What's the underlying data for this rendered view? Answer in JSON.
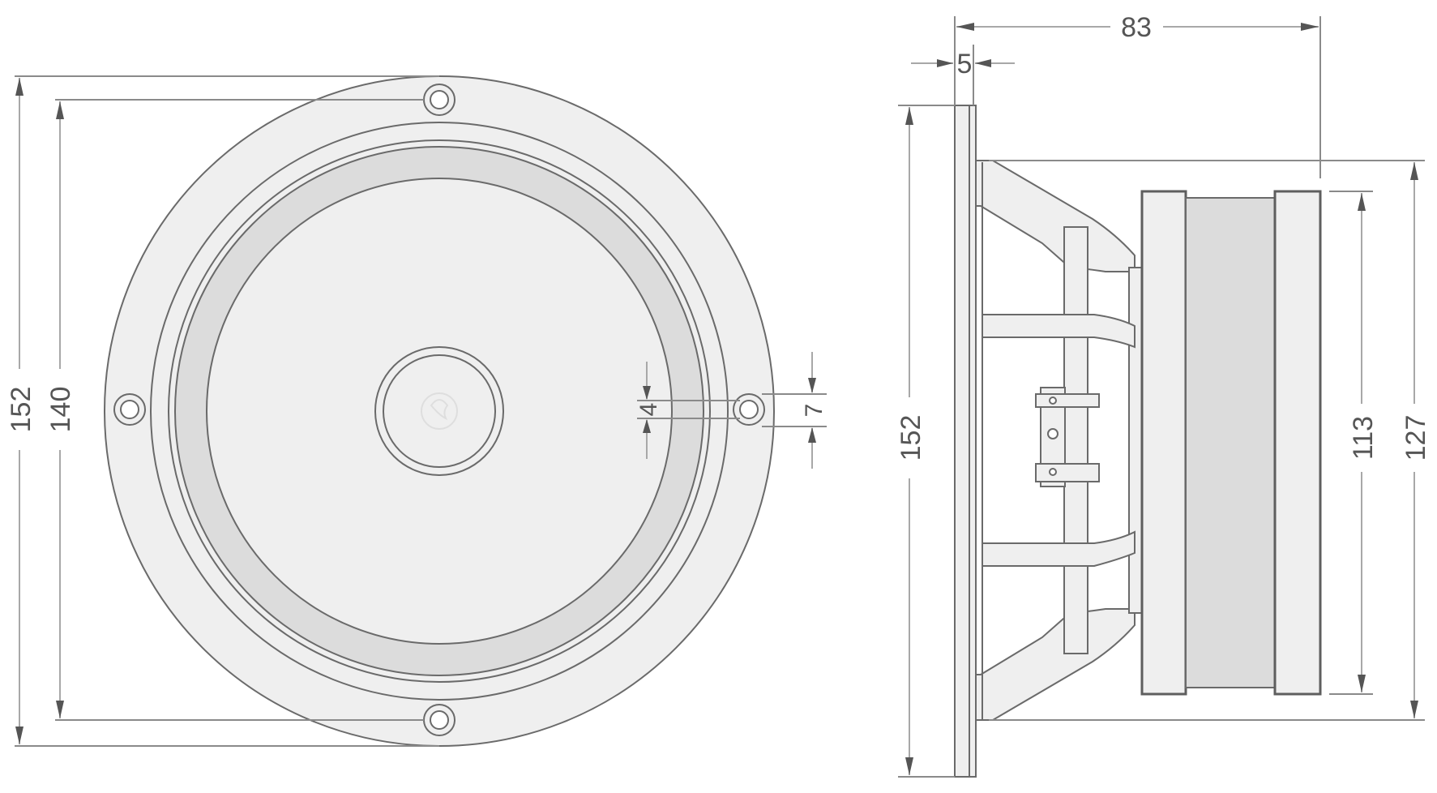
{
  "drawing": {
    "colors": {
      "background": "#ffffff",
      "body_fill": "#efefef",
      "surround_fill": "#dcdcdc",
      "magnet_fill": "#dcdcdc",
      "line": "#6a6a6a",
      "dimension_line": "#a8a8a8",
      "label": "#555555"
    },
    "front_view": {
      "dimensions": {
        "outer_diameter": "152",
        "mounting_hole_spacing": "140",
        "hole_diameter_inner": "4",
        "hole_diameter_outer": "7"
      },
      "mounting_holes": 4
    },
    "side_view": {
      "dimensions": {
        "depth_total": "83",
        "flange_thickness": "5",
        "flange_height": "152",
        "magnet_diameter": "113",
        "basket_diameter": "127"
      }
    }
  }
}
